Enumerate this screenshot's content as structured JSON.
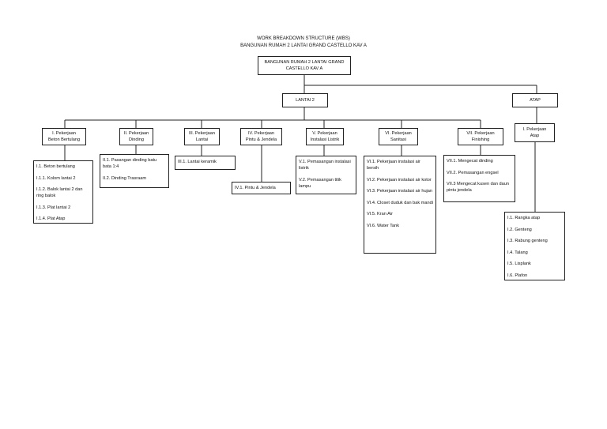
{
  "header": {
    "title_line1": "WORK BREAKDOWN STRUCTURE (WBS)",
    "title_line2": "BANGUNAN RUMAH 2 LANTAI GRAND CASTELLO KAV A"
  },
  "root": {
    "line1": "BANGUNAN RUMAH 2 LANTAI GRAND",
    "line2": "CASTELLO KAV A"
  },
  "level1": {
    "lantai2": "LANTAI 2",
    "atap": "ATAP"
  },
  "groups": {
    "g1": {
      "line1": "I. Pekerjaan",
      "line2": "Beton Bertulang"
    },
    "g2": {
      "line1": "II. Pekerjaan",
      "line2": "Dinding"
    },
    "g3": {
      "line1": "III. Pekerjaan",
      "line2": "Lantai"
    },
    "g4": {
      "line1": "IV. Pekerjaan",
      "line2": "Pintu & Jendela"
    },
    "g5": {
      "line1": "V. Pekerjaan",
      "line2": "Instalasi Listrik"
    },
    "g6": {
      "line1": "VI. Pekerjaan",
      "line2": "Sanitasi"
    },
    "g7": {
      "line1": "VII. Pekerjaan",
      "line2": "Finishing"
    },
    "g8": {
      "line1": "I. Pekerjaan",
      "line2": "Atap"
    }
  },
  "lists": {
    "beton": [
      "I.1. Beton bertulang",
      "I.1.1. Kolom lantai 2",
      "I.1.2. Balok lantai 2 dan ring balok",
      "I.1.3. Plat lantai 2",
      "I.1.4. Plat Atap"
    ],
    "dinding": [
      "II.1. Pasangan dinding batu bata 1:4",
      "II.2. Dinding Trasraam"
    ],
    "lantai": [
      "III.1. Lantai keramik"
    ],
    "pintu": [
      "IV.1. Pintu & Jendela"
    ],
    "listrik": [
      "V.1. Pemasangan instalasi listrik",
      "V.2. Pemasangan titik lampu"
    ],
    "sanitasi": [
      "VI.1. Pekerjaan instalasi air bersih",
      "VI.2. Pekerjaan instalasi air kotor",
      "VI.3. Pekerjaan instalasi air hujan",
      "VI.4. Closet duduk dan bak mandi",
      "VI.5. Kran Air",
      "VI.6. Water Tank"
    ],
    "finishing": [
      "VII.1. Mengecat dinding",
      "VII.2. Pemasangan engsel",
      "VII.3 Mengecat kusen dan daun pintu jendela"
    ],
    "atap": [
      "I.1. Rangka atap",
      "I.2. Genteng",
      "I.3. Rabung genteng",
      "I.4. Talang",
      "I.5. Lisplank",
      "I.6. Plafon"
    ]
  }
}
